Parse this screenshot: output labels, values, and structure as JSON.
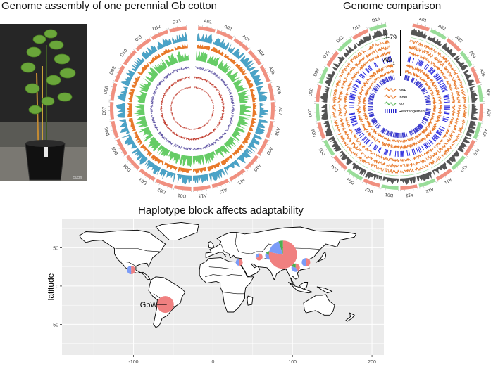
{
  "titles": {
    "assembly": "Genome assembly of one perennial Gb cotton",
    "comparison": "Genome comparison",
    "haplotype": "Haplotype block affects adaptability"
  },
  "chromosomes": {
    "a": [
      "A01",
      "A02",
      "A03",
      "A04",
      "A05",
      "A06",
      "A07",
      "A08",
      "A09",
      "A10",
      "A11",
      "A12",
      "A13"
    ],
    "d": [
      "D01",
      "D02",
      "D03",
      "D04",
      "D05",
      "D06",
      "D07",
      "D08",
      "D09",
      "D10",
      "D11",
      "D12",
      "D13"
    ]
  },
  "comparison_inset": {
    "label_top": "3-79",
    "label_bottom": "AD",
    "label_bottom_sub": "1"
  },
  "legend": [
    {
      "label": "SNP",
      "color": "#e8792a",
      "icon": "orange-wave-icon"
    },
    {
      "label": "Indel",
      "color": "#e8792a",
      "icon": "orange-wave-icon"
    },
    {
      "label": "SV",
      "color": "#5cb85c",
      "icon": "green-wave-icon"
    },
    {
      "label": "Rearrangement",
      "color": "#2222cc",
      "icon": "blue-bars-icon"
    }
  ],
  "photo": {
    "scale_text": "50cm"
  },
  "map": {
    "ylabel": "latitude",
    "xticks": [
      "-100",
      "0",
      "100",
      "200"
    ],
    "yticks": [
      "50",
      "0",
      "-50"
    ],
    "annotation": "GbW",
    "colors": {
      "red": "#f08080",
      "blue": "#7b9cf7",
      "green": "#4caf50",
      "panel": "#ebebeb"
    }
  }
}
